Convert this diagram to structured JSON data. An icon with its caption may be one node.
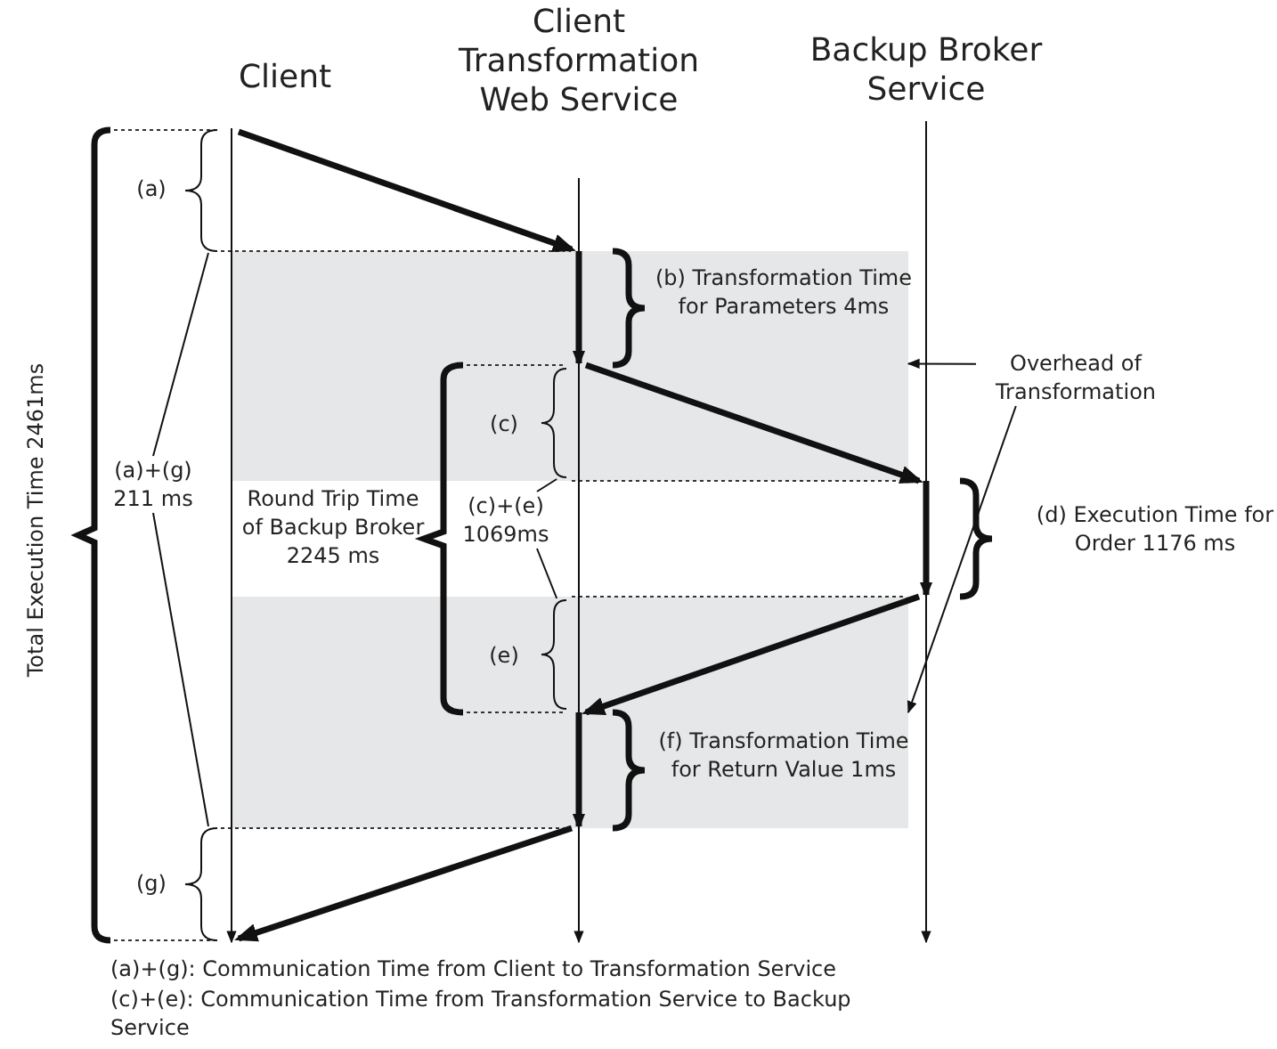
{
  "diagram": {
    "nodes": [
      {
        "text": [],
        "shape": "bar",
        "beside": [
          "Client"
        ]
      },
      {
        "text": [],
        "shape": "bar",
        "beside": [
          "Client Transformation Web Service"
        ]
      },
      {
        "text": [],
        "shape": "bar",
        "beside": [
          "Backup Broker Service"
        ]
      },
      {
        "text": [
          "Overhead of Transformation"
        ]
      },
      {
        "text": [
          "(a)+(g) 211 ms"
        ]
      },
      {
        "text": [
          "(c)+(e) 1069ms"
        ]
      },
      {
        "text": [],
        "shape": "brace"
      },
      {
        "text": [],
        "shape": "box"
      },
      {
        "text": [],
        "shape": "brace",
        "in": 7
      },
      {
        "text": [],
        "shape": "box"
      },
      {
        "text": [],
        "shape": "brace",
        "in": 9
      },
      {
        "text": [],
        "shape": "brace"
      }
    ],
    "edges": [
      {
        "from": 0,
        "to": 1,
        "arrow": "to",
        "style": "thick"
      },
      {
        "from": 1,
        "to": 2,
        "arrow": "to",
        "style": "thick"
      },
      {
        "from": 2,
        "to": 1,
        "arrow": "to",
        "style": "thick"
      },
      {
        "from": 1,
        "to": 0,
        "arrow": "to",
        "style": "thick"
      },
      {
        "from": 3,
        "to": 7,
        "arrow": "to"
      },
      {
        "from": 3,
        "to": 9,
        "arrow": "to"
      },
      {
        "from": 4,
        "to": 6,
        "arrow": "none"
      },
      {
        "from": 4,
        "to": 11,
        "arrow": "none"
      },
      {
        "from": 5,
        "to": 8,
        "arrow": "none"
      },
      {
        "from": 5,
        "to": 10,
        "arrow": "none"
      }
    ],
    "labels": [
      "(a)",
      "(b) Transformation Time for Parameters 4ms",
      "(c)",
      "Total Execution Time 2461ms",
      "Round Trip Time of Backup Broker 2245 ms",
      "(d) Execution Time for Order 1176 ms",
      "(e)",
      "(f) Transformation Time for Return Value 1ms",
      "(g)",
      "(a)+(g): Communication Time from Client to Transformation Service",
      "(c)+(e): Communication Time from Transformation Service to Backup Service"
    ]
  }
}
